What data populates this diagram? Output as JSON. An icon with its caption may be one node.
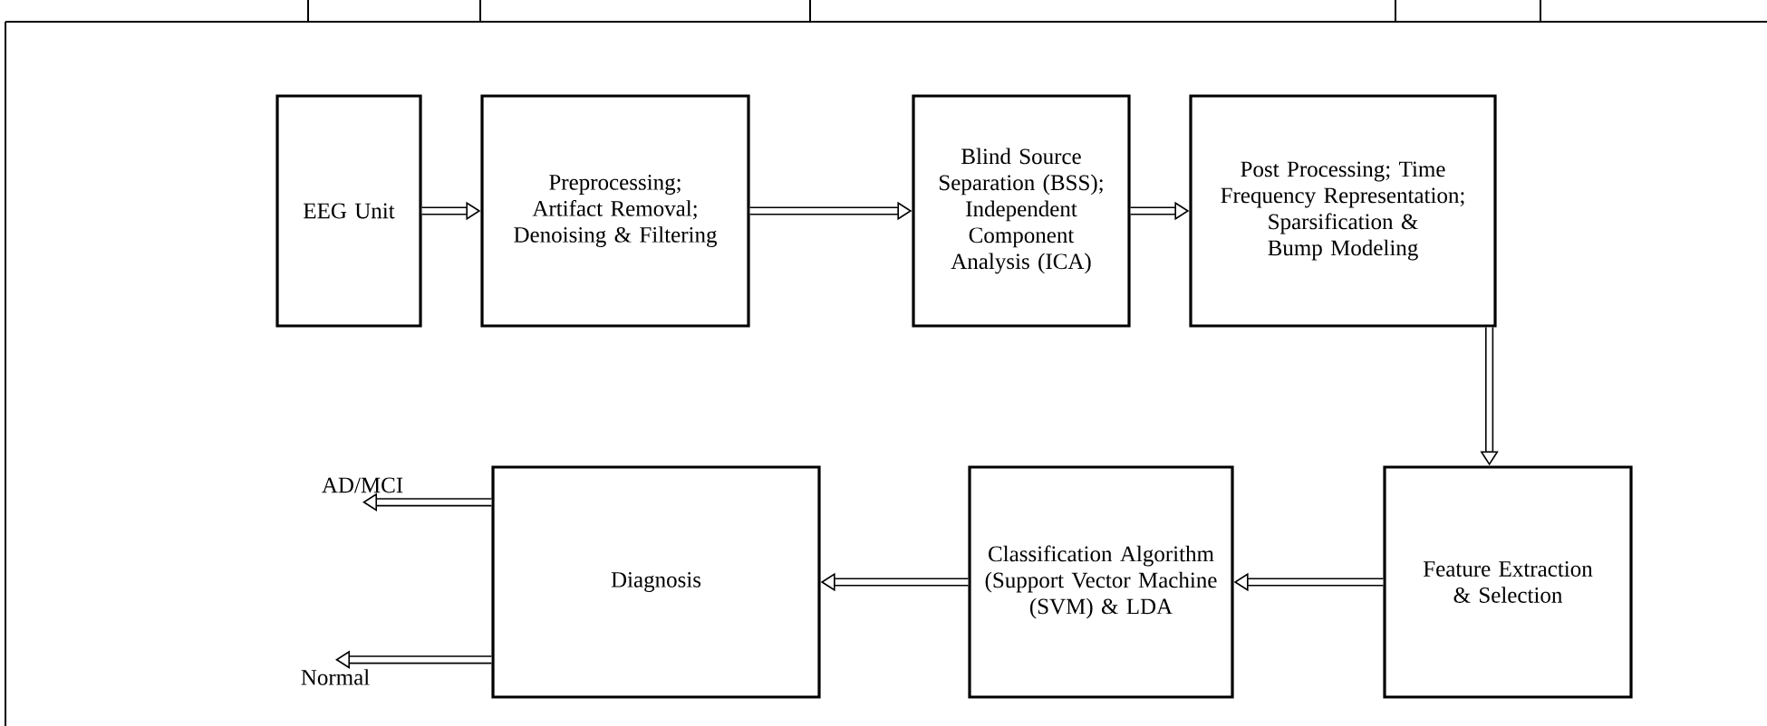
{
  "diagram": {
    "nodes": [
      {
        "text": [
          "EEG Unit"
        ]
      },
      {
        "text": [
          "Preprocessing; Artifact Removal; Denoising & Filtering"
        ]
      },
      {
        "text": [
          "Blind Source Separation (BSS); Independent Component Analysis (ICA)"
        ]
      },
      {
        "text": [
          "Post Processing; Time Frequency Representation; Sparsification & Bump Modeling"
        ]
      },
      {
        "text": [
          "Feature Extraction & Selection"
        ]
      },
      {
        "text": [
          "Classification Algorithm (Support Vector Machine (SVM) & LDA"
        ]
      },
      {
        "text": [
          "Diagnosis"
        ]
      },
      {
        "text": [
          "AD/MCI"
        ]
      },
      {
        "text": [
          "Normal"
        ]
      }
    ],
    "edges": [
      {
        "from": 0,
        "to": 1,
        "arrow": "to"
      },
      {
        "from": 1,
        "to": 2,
        "arrow": "to"
      },
      {
        "from": 2,
        "to": 3,
        "arrow": "to"
      },
      {
        "from": 3,
        "to": 4,
        "arrow": "to"
      },
      {
        "from": 4,
        "to": 5,
        "arrow": "to"
      },
      {
        "from": 5,
        "to": 6,
        "arrow": "to"
      },
      {
        "from": 6,
        "to": 7,
        "arrow": "to"
      },
      {
        "from": 6,
        "to": 8,
        "arrow": "to"
      }
    ]
  }
}
